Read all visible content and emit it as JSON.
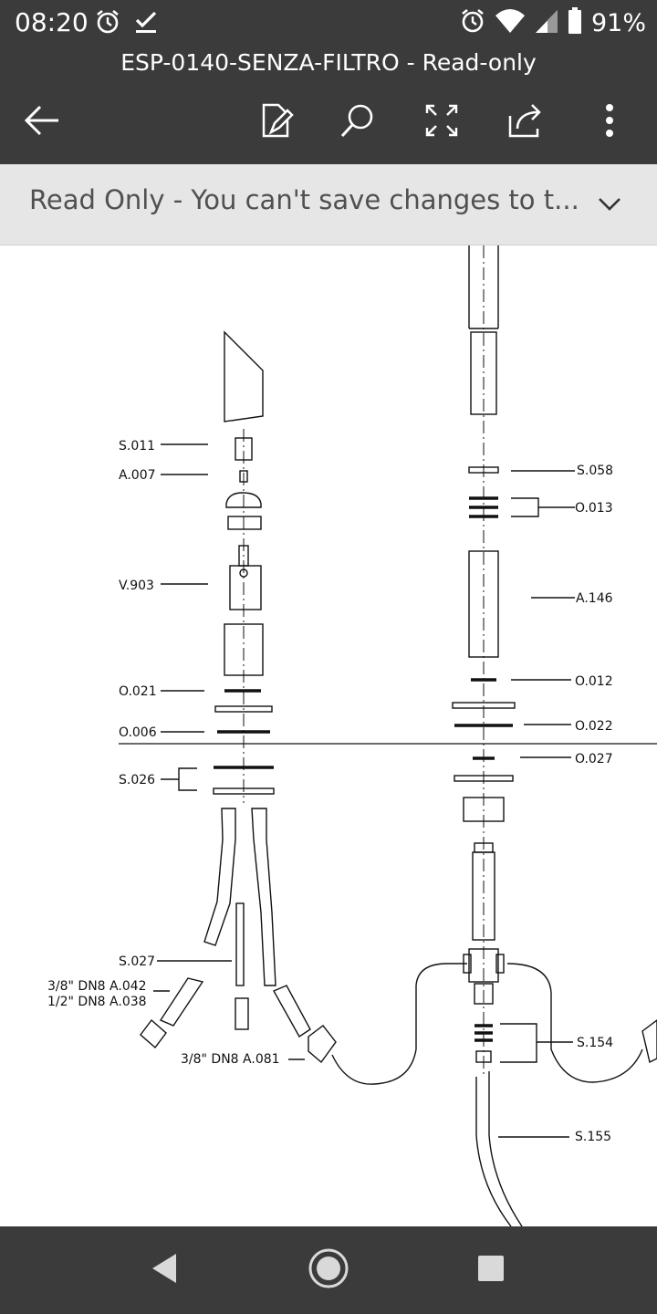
{
  "status_bar": {
    "time": "08:20",
    "battery": "91%"
  },
  "toolbar": {
    "title": "ESP-0140-SENZA-FILTRO - Read-only"
  },
  "banner": {
    "message": "Read Only - You can't save changes to t..."
  },
  "drawing": {
    "labels": {
      "s011": "S.011",
      "a007": "A.007",
      "v903": "V.903",
      "o021": "O.021",
      "o006": "O.006",
      "s026": "S.026",
      "s027": "S.027",
      "a042": "3/8\" DN8  A.042",
      "a038": "1/2\" DN8  A.038",
      "a081": "3/8\" DN8  A.081",
      "s058": "S.058",
      "o013": "O.013",
      "a146": "A.146",
      "o012": "O.012",
      "o022": "O.022",
      "o027": "O.027",
      "s154": "S.154",
      "s155": "S.155"
    }
  },
  "icons": [
    "alarm-icon",
    "check-icon",
    "wifi-icon",
    "signal-icon",
    "battery-icon",
    "back-arrow-icon",
    "edit-icon",
    "search-icon",
    "fullscreen-icon",
    "share-icon",
    "more-icon",
    "chevron-down-icon",
    "nav-back-icon",
    "nav-home-icon",
    "nav-recents-icon"
  ]
}
